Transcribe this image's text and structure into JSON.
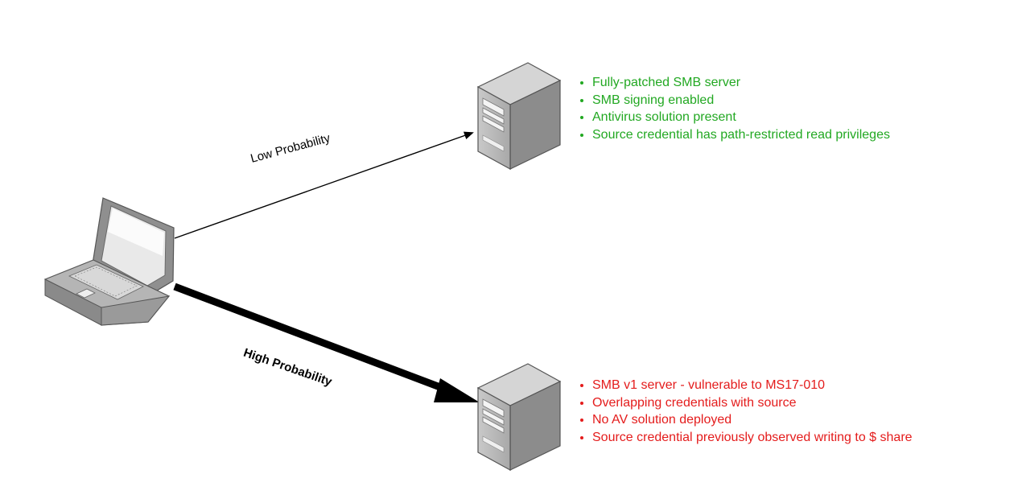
{
  "edges": {
    "low": {
      "label": "Low Probability"
    },
    "high": {
      "label": "High Probability"
    }
  },
  "low_server": {
    "color": "#22a822",
    "items": [
      "Fully-patched SMB server",
      "SMB signing enabled",
      "Antivirus solution present",
      "Source credential has path-restricted read privileges"
    ]
  },
  "high_server": {
    "color": "#e41c1c",
    "items": [
      "SMB v1 server - vulnerable to MS17-010",
      "Overlapping credentials with source",
      "No AV solution deployed",
      "Source credential previously observed writing to $ share"
    ]
  },
  "icons": {
    "source": "laptop-icon",
    "targets": [
      "server-icon",
      "server-icon"
    ]
  }
}
